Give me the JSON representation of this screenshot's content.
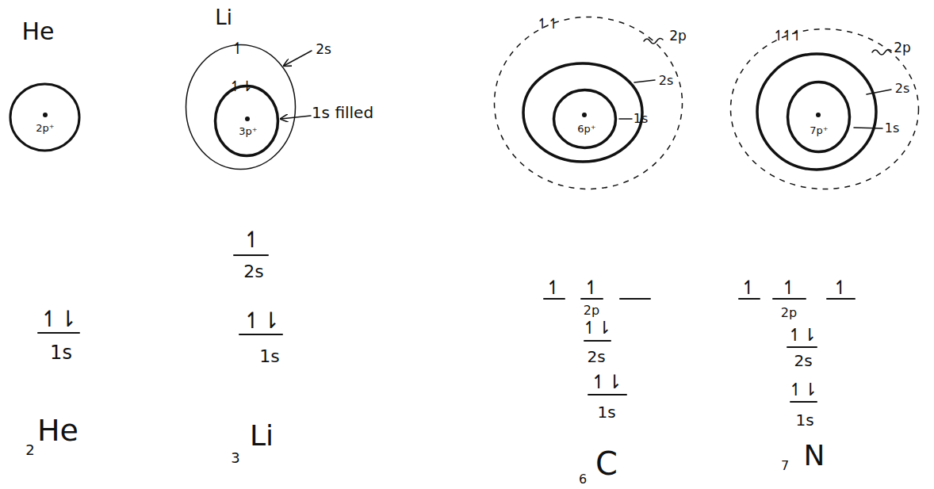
{
  "diagram": {
    "nodes": [
      {
        "text": [
          "2p⁺"
        ]
      },
      {
        "text": [
          "↿"
        ]
      },
      {
        "text": [
          "↿⇂",
          "3p⁺"
        ],
        "in": 1
      },
      {
        "text": [
          "↿",
          "↿"
        ]
      },
      {
        "text": [
          "6p⁺"
        ],
        "in": 3
      },
      {
        "text": [
          "↿",
          "↿",
          "↿"
        ]
      },
      {
        "text": [
          "7p⁺"
        ],
        "in": 5
      }
    ],
    "labels": [
      "He",
      "Li",
      "2s",
      "1s filled",
      "2p",
      "2s",
      "1s",
      "2p",
      "2s",
      "1s",
      "↿⇂",
      "1s",
      "2",
      "He",
      "↿",
      "2s",
      "↿⇂",
      "1s",
      "3",
      "Li",
      "↿",
      "↿",
      "2p",
      "↿⇂",
      "2s",
      "↿⇂",
      "1s",
      "6",
      "C",
      "↿",
      "↿",
      "↿",
      "2p",
      "↿⇂",
      "2s",
      "↿⇂",
      "1s",
      "7",
      "N"
    ]
  }
}
